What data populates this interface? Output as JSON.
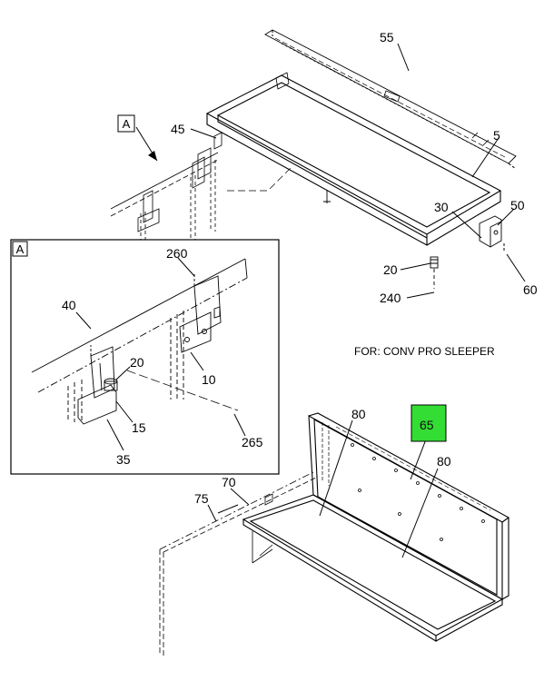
{
  "view_refs": {
    "main": "A",
    "detail": "A"
  },
  "note": "FOR: CONV PRO SLEEPER",
  "highlight": {
    "callout": "65",
    "color": "#33dd33"
  },
  "callouts": {
    "c55": "55",
    "c45": "45",
    "c5": "5",
    "c50": "50",
    "c30": "30",
    "c20": "20",
    "c240": "240",
    "c60": "60",
    "c260": "260",
    "c40": "40",
    "c20d": "20",
    "c10": "10",
    "c15": "15",
    "c35": "35",
    "c265": "265",
    "c80a": "80",
    "c80b": "80",
    "c70": "70",
    "c75": "75"
  }
}
